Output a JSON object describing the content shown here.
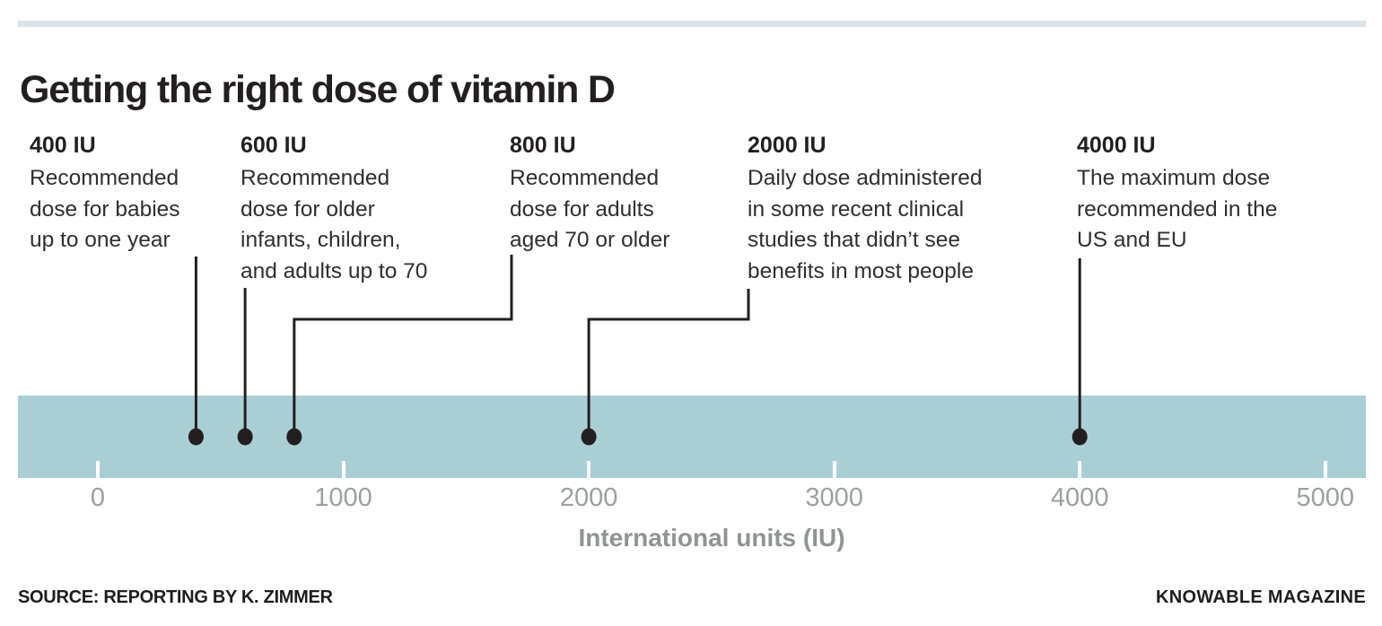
{
  "page": {
    "title": "Getting the right dose of vitamin D",
    "source": "SOURCE: REPORTING BY K. ZIMMER",
    "credit": "KNOWABLE MAGAZINE"
  },
  "colors": {
    "band": "#a9cfd4",
    "accent_bar": "#d9e4e6",
    "ink": "#231f20",
    "axis_tick_label": "#9aa0a1",
    "axis_title": "#8f9495"
  },
  "chart_data": {
    "type": "scatter",
    "subtype": "dot-number-line",
    "title": "Getting the right dose of vitamin D",
    "xlabel": "International units (IU)",
    "x_ticks": [
      0,
      1000,
      2000,
      3000,
      4000,
      5000
    ],
    "x_tick_labels": [
      "0",
      "1000",
      "2000",
      "3000",
      "4000",
      "5000"
    ],
    "xlim": [
      -330,
      5170
    ],
    "grid": false,
    "legend": false,
    "markers": [
      {
        "value": 400,
        "label": "400 IU",
        "description": "Recommended\ndose for babies\nup to one year"
      },
      {
        "value": 600,
        "label": "600 IU",
        "description": "Recommended\ndose for older\ninfants, children,\nand adults up to 70"
      },
      {
        "value": 800,
        "label": "800 IU",
        "description": "Recommended\ndose for adults\naged 70 or older"
      },
      {
        "value": 2000,
        "label": "2000 IU",
        "description": "Daily dose administered\nin some recent clinical\nstudies that didn’t see\nbenefits in most people"
      },
      {
        "value": 4000,
        "label": "4000 IU",
        "description": "The maximum dose\nrecommended in the\nUS and EU"
      }
    ]
  }
}
